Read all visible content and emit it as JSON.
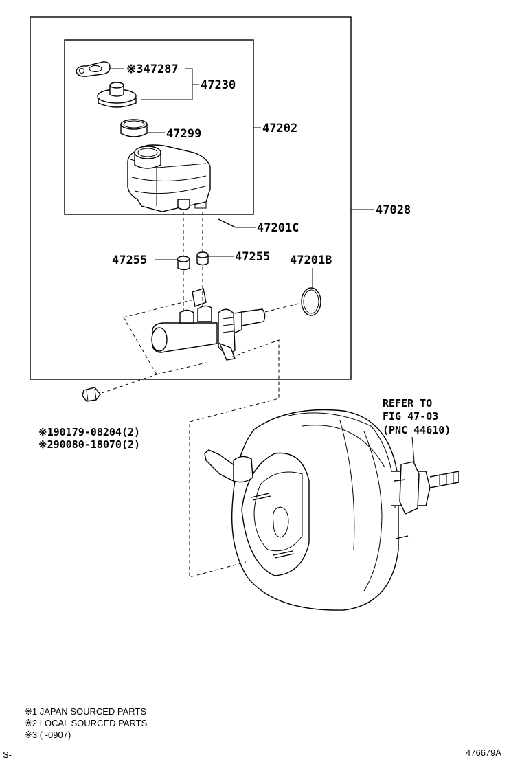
{
  "labels": {
    "p47287": "※347287",
    "p47230": "47230",
    "p47299": "47299",
    "p47202": "47202",
    "p47028": "47028",
    "p47201c": "47201C",
    "p47255a": "47255",
    "p47255b": "47255",
    "p47201b": "47201B",
    "bolt1": "※190179-08204(2)",
    "bolt2": "※290080-18070(2)"
  },
  "refer": {
    "line1": "REFER TO",
    "line2": "FIG 47-03",
    "line3": "(PNC 44610)"
  },
  "notes": {
    "n1": "※1 JAPAN SOURCED PARTS",
    "n2": "※2 LOCAL SOURCED PARTS",
    "n3": "※3 (      -0907)"
  },
  "footer": {
    "left": "S-",
    "right": "476679A"
  }
}
